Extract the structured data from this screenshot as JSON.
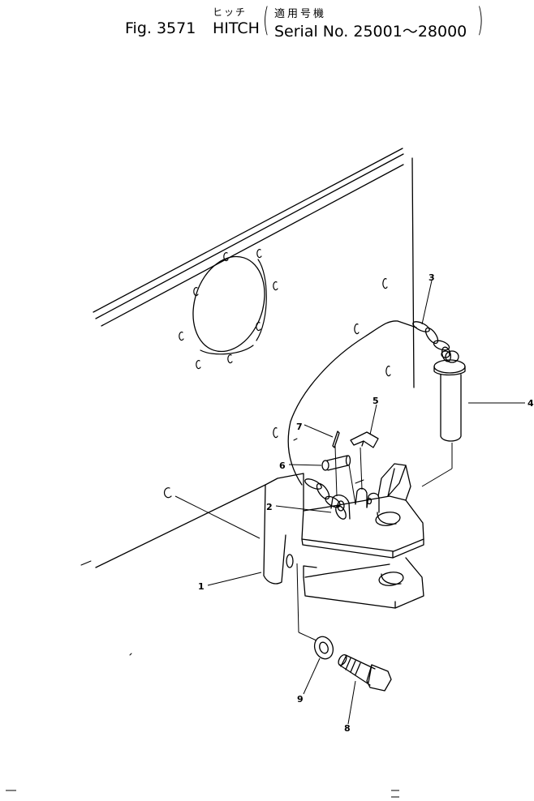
{
  "header": {
    "figure": "Fig. 3571",
    "title_jp": "ヒッチ",
    "title_en": "HITCH",
    "serial_jp": "適用号機",
    "serial_en": "Serial No. 25001～28000",
    "paren_open": "(",
    "paren_close": ")"
  },
  "callouts": [
    {
      "id": "1",
      "label": "1"
    },
    {
      "id": "2",
      "label": "2"
    },
    {
      "id": "3",
      "label": "3"
    },
    {
      "id": "4",
      "label": "4"
    },
    {
      "id": "5",
      "label": "5"
    },
    {
      "id": "6",
      "label": "6"
    },
    {
      "id": "7",
      "label": "7"
    },
    {
      "id": "8",
      "label": "8"
    },
    {
      "id": "9",
      "label": "9"
    }
  ]
}
